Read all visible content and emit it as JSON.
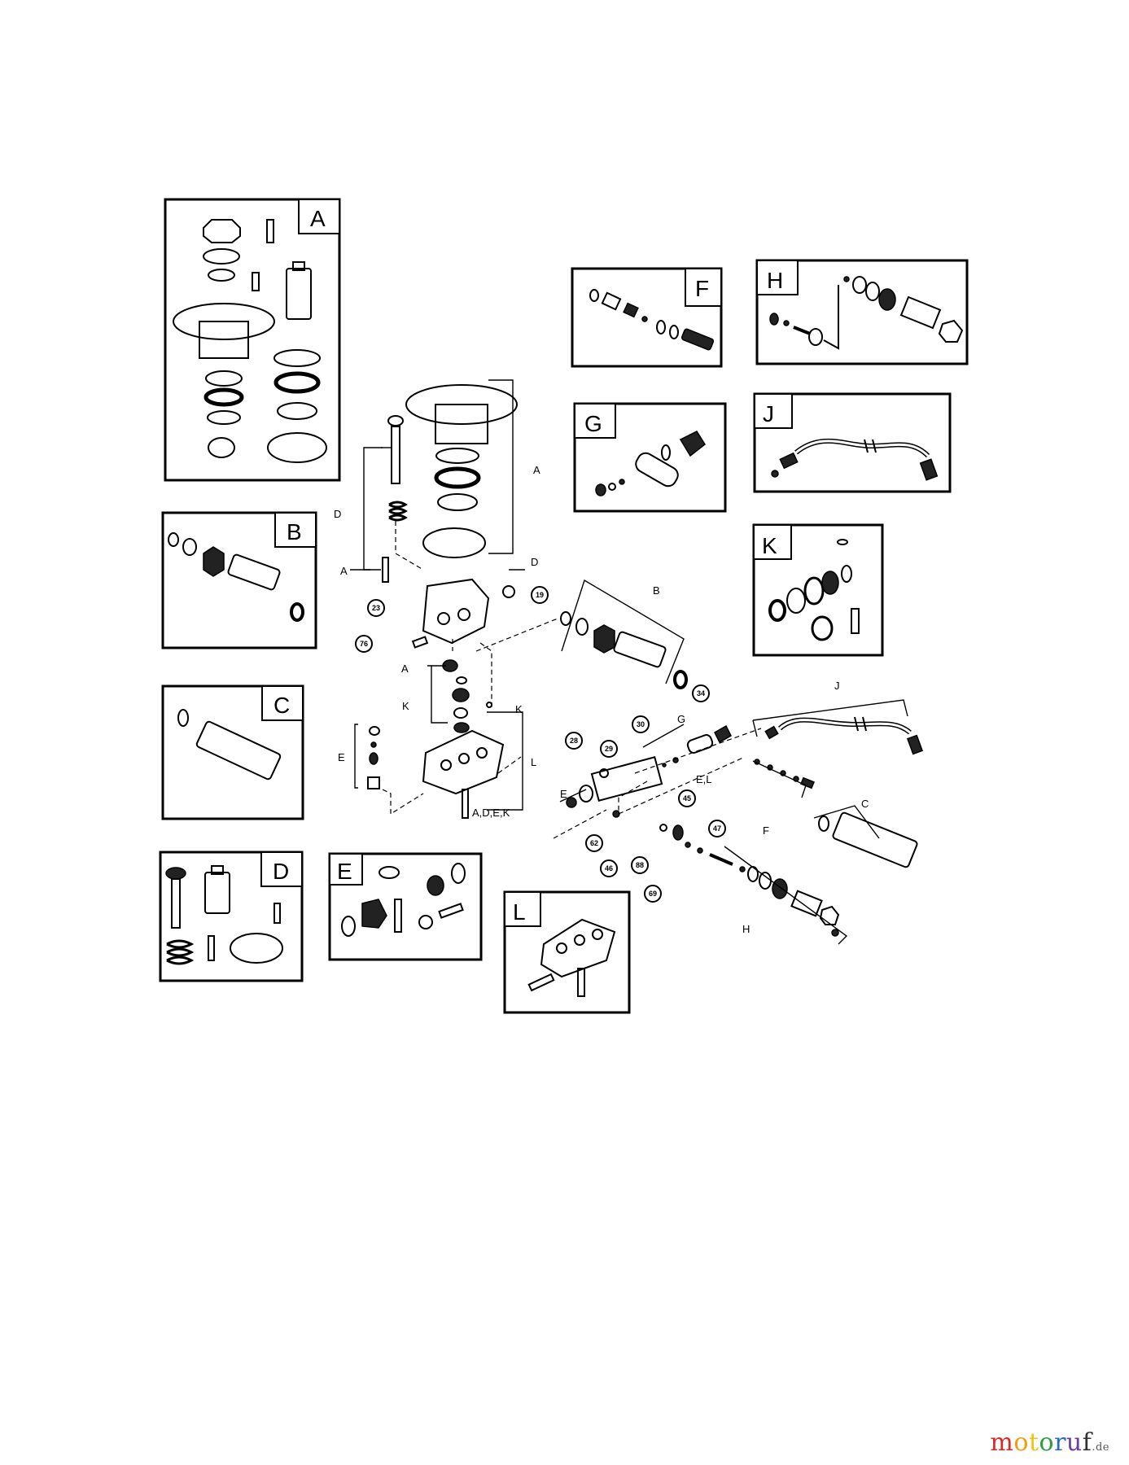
{
  "kits": [
    {
      "id": "A",
      "letter": "A"
    },
    {
      "id": "B",
      "letter": "B"
    },
    {
      "id": "C",
      "letter": "C"
    },
    {
      "id": "D",
      "letter": "D"
    },
    {
      "id": "E",
      "letter": "E"
    },
    {
      "id": "F",
      "letter": "F"
    },
    {
      "id": "G",
      "letter": "G"
    },
    {
      "id": "H",
      "letter": "H"
    },
    {
      "id": "J",
      "letter": "J"
    },
    {
      "id": "K",
      "letter": "K"
    },
    {
      "id": "L",
      "letter": "L"
    }
  ],
  "callouts": [
    "23",
    "19",
    "76",
    "34",
    "30",
    "29",
    "28",
    "45",
    "47",
    "62",
    "46",
    "88",
    "69"
  ],
  "group_labels": [
    "D",
    "A",
    "D",
    "A",
    "B",
    "A",
    "K",
    "K",
    "E",
    "L",
    "A,D,E,K",
    "G",
    "E,L",
    "E",
    "J",
    "C",
    "F",
    "H"
  ],
  "brand": {
    "chars": [
      "m",
      "o",
      "t",
      "o",
      "r",
      "u",
      "f"
    ],
    "colors": [
      "#d62b26",
      "#f39c12",
      "#f1c40f",
      "#2e9e3f",
      "#2b6cb0",
      "#6b3fa0",
      "#333333"
    ],
    "tld": ".de"
  }
}
